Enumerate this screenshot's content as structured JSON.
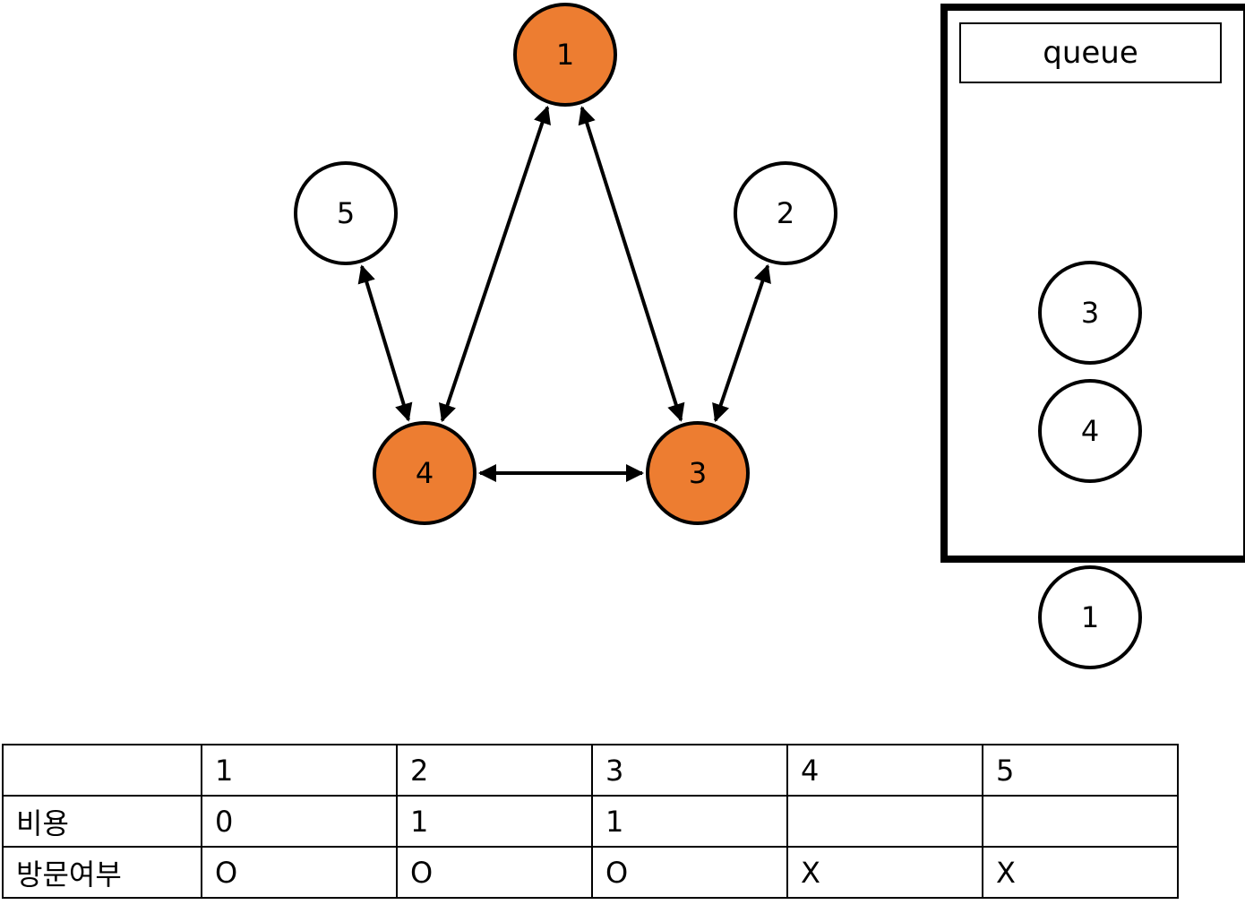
{
  "graph": {
    "nodes": [
      {
        "id": "1",
        "label": "1",
        "visited": true
      },
      {
        "id": "2",
        "label": "2",
        "visited": false
      },
      {
        "id": "3",
        "label": "3",
        "visited": true
      },
      {
        "id": "4",
        "label": "4",
        "visited": true
      },
      {
        "id": "5",
        "label": "5",
        "visited": false
      }
    ],
    "edges": [
      {
        "from": "1",
        "to": "4",
        "directed": "both"
      },
      {
        "from": "1",
        "to": "3",
        "directed": "both"
      },
      {
        "from": "5",
        "to": "4",
        "directed": "both"
      },
      {
        "from": "2",
        "to": "3",
        "directed": "both"
      },
      {
        "from": "4",
        "to": "3",
        "directed": "both"
      }
    ],
    "colors": {
      "visited": "#ED7D31",
      "unvisited": "#FFFFFF",
      "stroke": "#000000"
    }
  },
  "queue": {
    "title": "queue",
    "items": [
      "3",
      "4"
    ],
    "dequeued": "1"
  },
  "table": {
    "header": [
      "",
      "1",
      "2",
      "3",
      "4",
      "5"
    ],
    "rows": [
      {
        "label": "비용",
        "values": [
          "0",
          "1",
          "1",
          "",
          ""
        ]
      },
      {
        "label": "방문여부",
        "values": [
          "O",
          "O",
          "O",
          "X",
          "X"
        ]
      }
    ]
  }
}
